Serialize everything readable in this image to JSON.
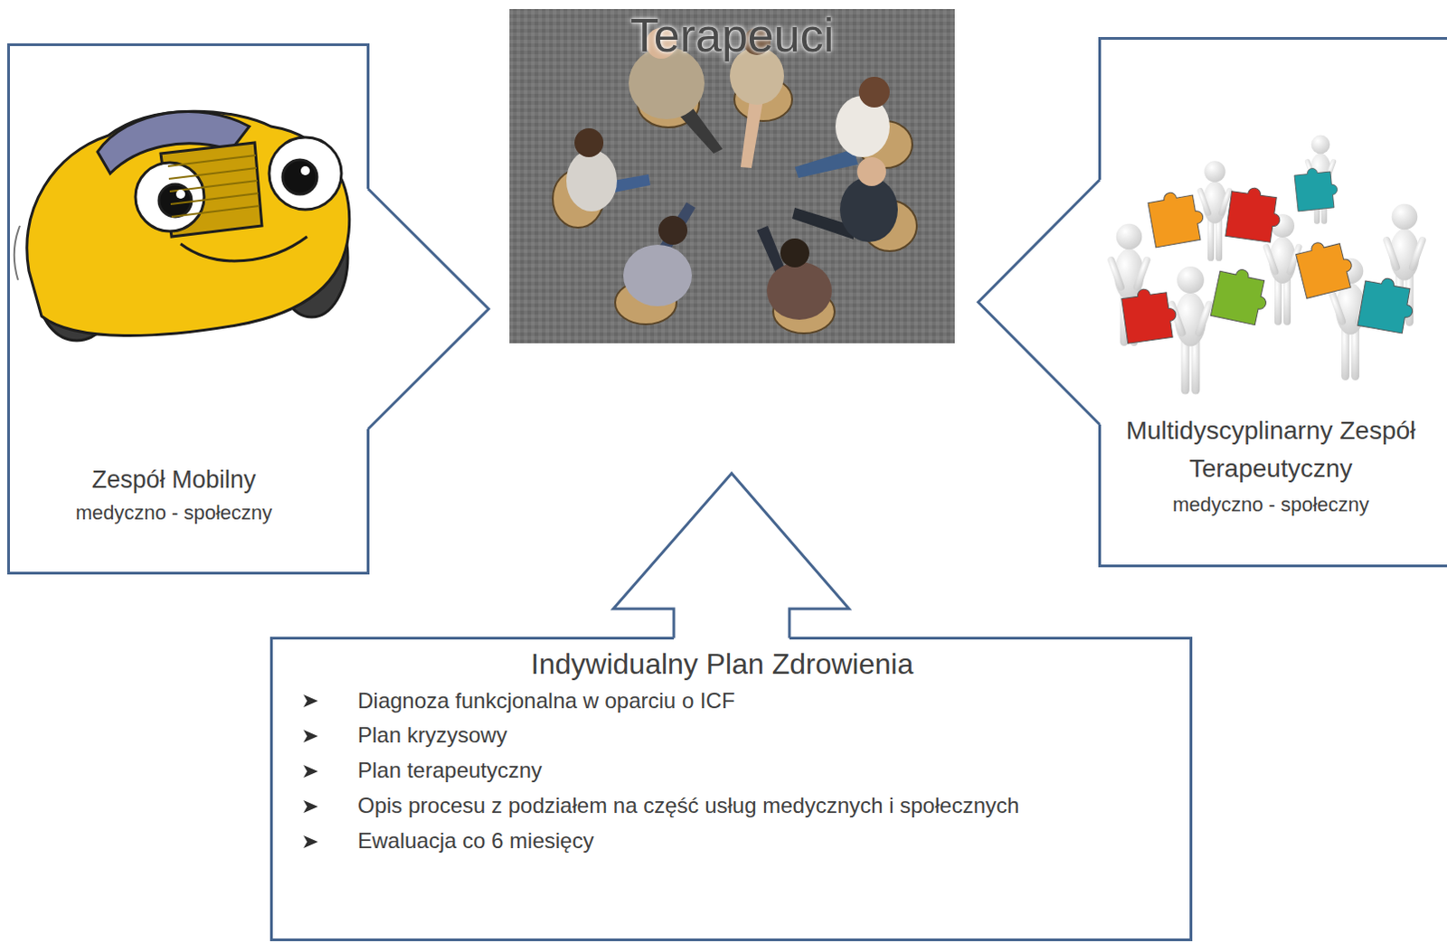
{
  "diagram": {
    "nodes": [
      {
        "text": [
          "Terapeuci"
        ]
      },
      {
        "text": [
          "Zespół Mobilny",
          "medyczno - społeczny"
        ]
      },
      {
        "text": [
          "Multidyscyplinarny Zespół Terapeutyczny",
          "medyczno - społeczny"
        ]
      },
      {
        "text": [
          "Indywidualny Plan Zdrowienia",
          "Diagnoza funkcjonalna w oparciu o ICF",
          "Plan kryzysowy",
          "Plan terapeutyczny",
          "Opis procesu z podziałem na część usług medycznych i społecznych",
          "Ewaluacja co 6 miesięcy"
        ]
      }
    ],
    "edges": [
      {
        "from": 1,
        "to": 0,
        "arrow": "to"
      },
      {
        "from": 2,
        "to": 0,
        "arrow": "to"
      },
      {
        "from": 3,
        "to": 0,
        "arrow": "to"
      }
    ]
  }
}
